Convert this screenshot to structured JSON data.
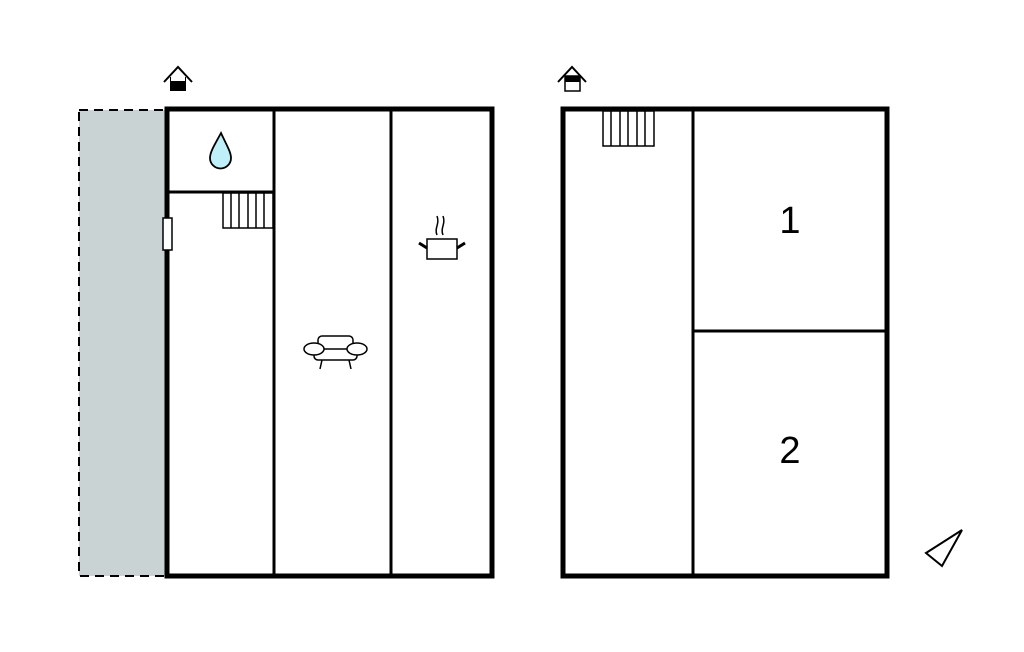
{
  "floors": [
    {
      "name": "ground-floor",
      "rooms": [
        "bathroom",
        "hall",
        "living-room",
        "kitchen"
      ],
      "terrace": true
    },
    {
      "name": "upper-floor",
      "rooms": [
        {
          "label": "1"
        },
        {
          "label": "2"
        }
      ]
    }
  ],
  "icons": [
    "entrance-icon",
    "water-drop-icon",
    "stairs-icon",
    "sofa-icon",
    "cooking-pot-icon",
    "north-arrow-icon"
  ],
  "colors": {
    "wall": "#000000",
    "terrace": "#c9d3d4",
    "water": "#bff0fa"
  }
}
